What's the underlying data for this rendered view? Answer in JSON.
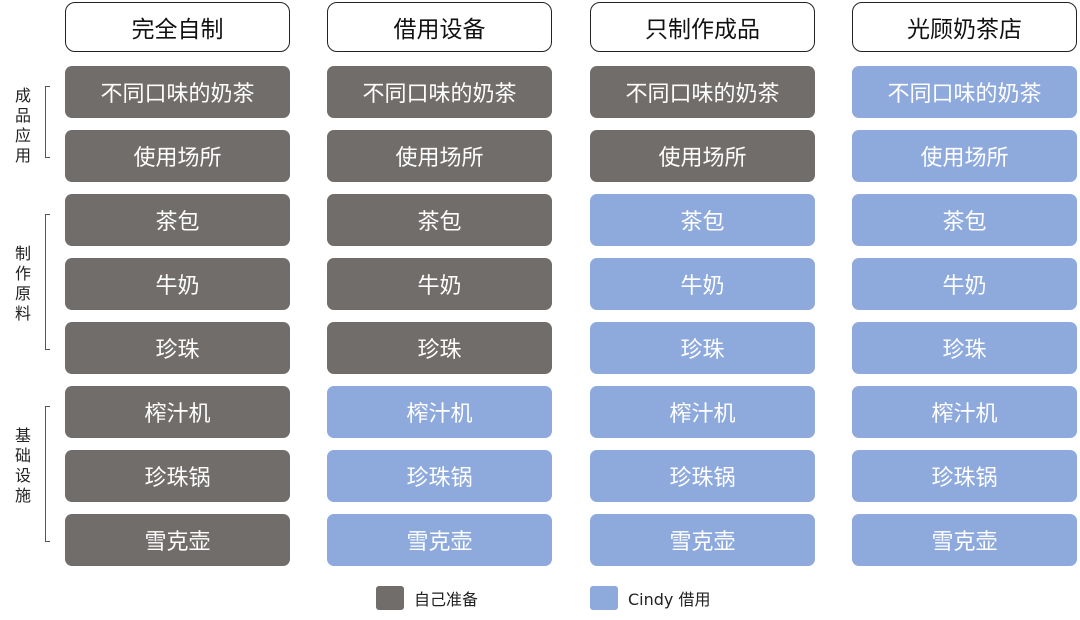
{
  "colors": {
    "self": "#716d6b",
    "cindy": "#8eaadd"
  },
  "columns": [
    {
      "title": "完全自制",
      "cells": [
        {
          "text": "不同口味的奶茶",
          "source": "self"
        },
        {
          "text": "使用场所",
          "source": "self"
        },
        {
          "text": "茶包",
          "source": "self"
        },
        {
          "text": "牛奶",
          "source": "self"
        },
        {
          "text": "珍珠",
          "source": "self"
        },
        {
          "text": "榨汁机",
          "source": "self"
        },
        {
          "text": "珍珠锅",
          "source": "self"
        },
        {
          "text": "雪克壶",
          "source": "self"
        }
      ]
    },
    {
      "title": "借用设备",
      "cells": [
        {
          "text": "不同口味的奶茶",
          "source": "self"
        },
        {
          "text": "使用场所",
          "source": "self"
        },
        {
          "text": "茶包",
          "source": "self"
        },
        {
          "text": "牛奶",
          "source": "self"
        },
        {
          "text": "珍珠",
          "source": "self"
        },
        {
          "text": "榨汁机",
          "source": "cindy"
        },
        {
          "text": "珍珠锅",
          "source": "cindy"
        },
        {
          "text": "雪克壶",
          "source": "cindy"
        }
      ]
    },
    {
      "title": "只制作成品",
      "cells": [
        {
          "text": "不同口味的奶茶",
          "source": "self"
        },
        {
          "text": "使用场所",
          "source": "self"
        },
        {
          "text": "茶包",
          "source": "cindy"
        },
        {
          "text": "牛奶",
          "source": "cindy"
        },
        {
          "text": "珍珠",
          "source": "cindy"
        },
        {
          "text": "榨汁机",
          "source": "cindy"
        },
        {
          "text": "珍珠锅",
          "source": "cindy"
        },
        {
          "text": "雪克壶",
          "source": "cindy"
        }
      ]
    },
    {
      "title": "光顾奶茶店",
      "cells": [
        {
          "text": "不同口味的奶茶",
          "source": "cindy"
        },
        {
          "text": "使用场所",
          "source": "cindy"
        },
        {
          "text": "茶包",
          "source": "cindy"
        },
        {
          "text": "牛奶",
          "source": "cindy"
        },
        {
          "text": "珍珠",
          "source": "cindy"
        },
        {
          "text": "榨汁机",
          "source": "cindy"
        },
        {
          "text": "珍珠锅",
          "source": "cindy"
        },
        {
          "text": "雪克壶",
          "source": "cindy"
        }
      ]
    }
  ],
  "groups": [
    {
      "label": "成品应用"
    },
    {
      "label": "制作原料"
    },
    {
      "label": "基础设施"
    }
  ],
  "legend": [
    {
      "label": "自己准备",
      "source": "self"
    },
    {
      "label": "Cindy 借用",
      "source": "cindy"
    }
  ]
}
